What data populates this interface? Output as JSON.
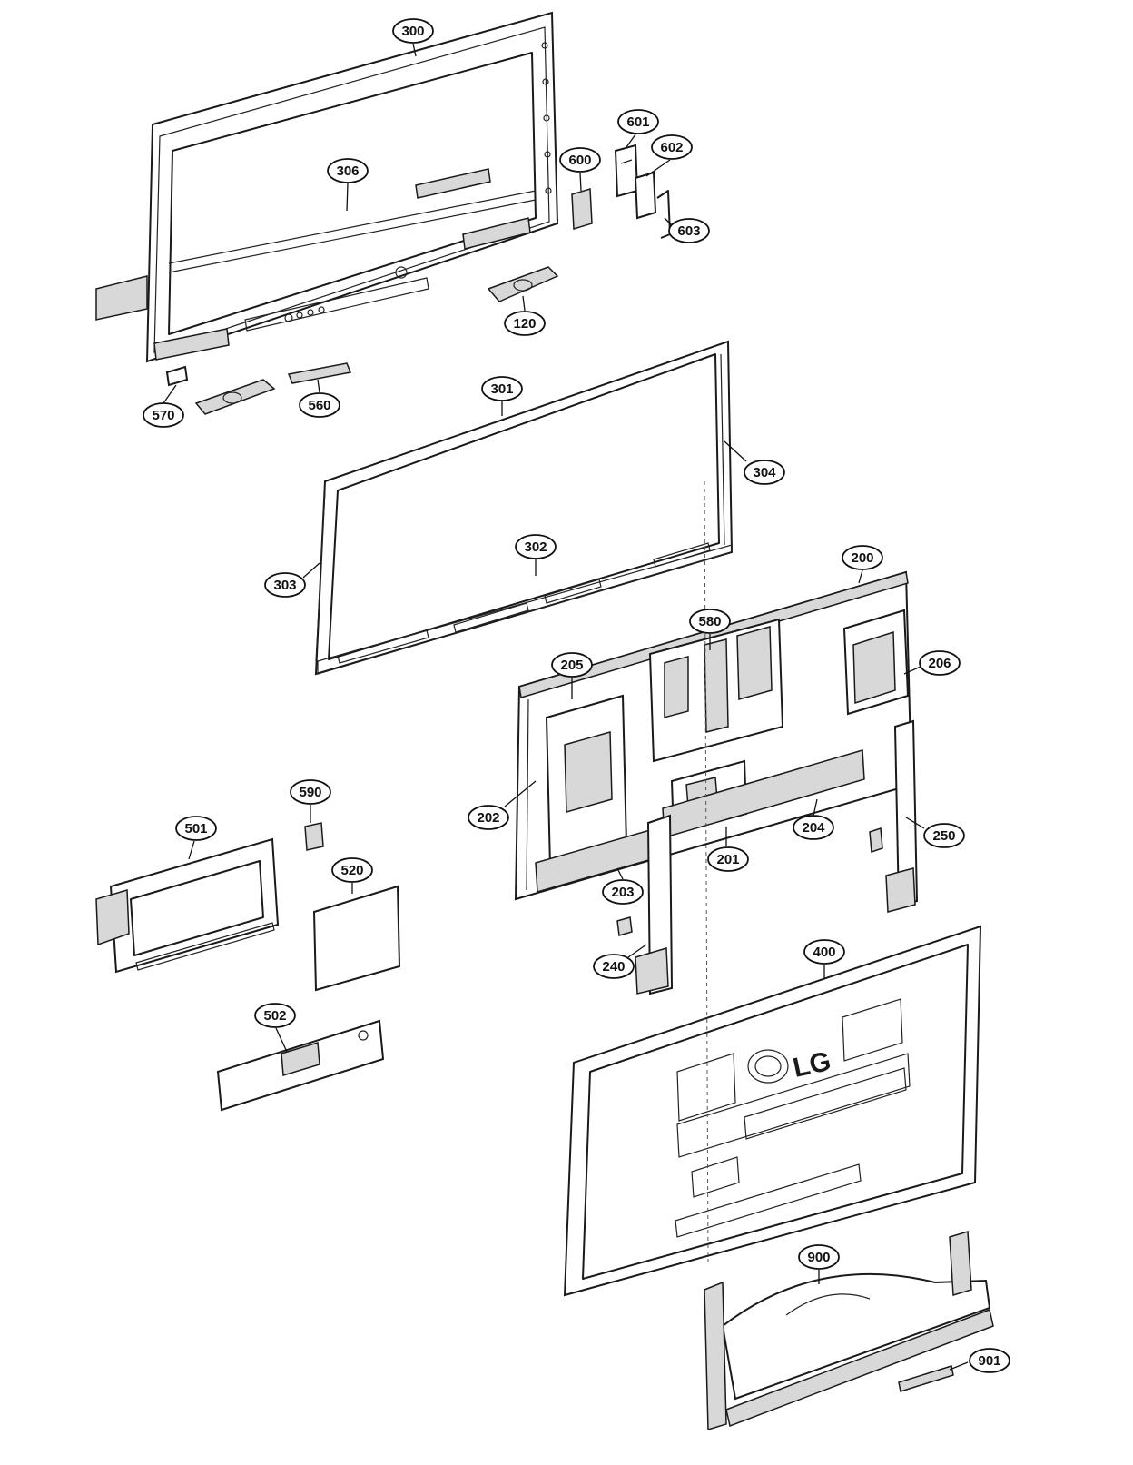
{
  "logo": {
    "text": "LG",
    "icon": "lg-logo"
  },
  "callouts": {
    "c300": "300",
    "c306": "306",
    "c600": "600",
    "c601": "601",
    "c602": "602",
    "c603": "603",
    "c120": "120",
    "c570": "570",
    "c560": "560",
    "c301": "301",
    "c304": "304",
    "c302": "302",
    "c303": "303",
    "c200": "200",
    "c580": "580",
    "c205": "205",
    "c206": "206",
    "c202": "202",
    "c204": "204",
    "c250": "250",
    "c201": "201",
    "c203": "203",
    "c240": "240",
    "c590": "590",
    "c501": "501",
    "c520": "520",
    "c502": "502",
    "c400": "400",
    "c900": "900",
    "c901": "901"
  }
}
